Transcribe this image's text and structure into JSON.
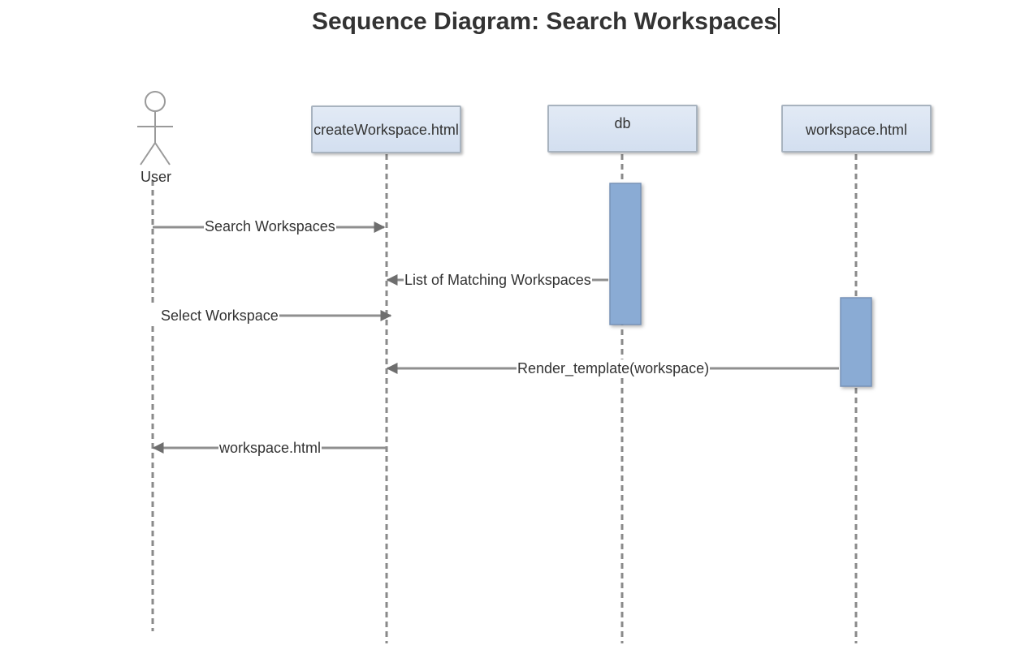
{
  "title": "Sequence Diagram: Search Workspaces",
  "actor": {
    "label": "User"
  },
  "participants": [
    {
      "label": "createWorkspace.html"
    },
    {
      "label": "db"
    },
    {
      "label": "workspace.html"
    }
  ],
  "messages": [
    {
      "label": "Search Workspaces",
      "from": "User",
      "to": "createWorkspace.html"
    },
    {
      "label": "List of Matching Workspaces",
      "from": "db",
      "to": "createWorkspace.html"
    },
    {
      "label": "Select Workspace",
      "from": "User",
      "to": "createWorkspace.html"
    },
    {
      "label": "Render_template(workspace)",
      "from": "workspace.html",
      "to": "createWorkspace.html"
    },
    {
      "label": "workspace.html",
      "from": "createWorkspace.html",
      "to": "User"
    }
  ],
  "colors": {
    "participant_fill": "#dde6f2",
    "participant_border": "#a8b3bf",
    "activation_fill": "#8aabd4",
    "lifeline": "#8a8a8a",
    "arrow": "#8f8f8f",
    "text": "#333333"
  }
}
